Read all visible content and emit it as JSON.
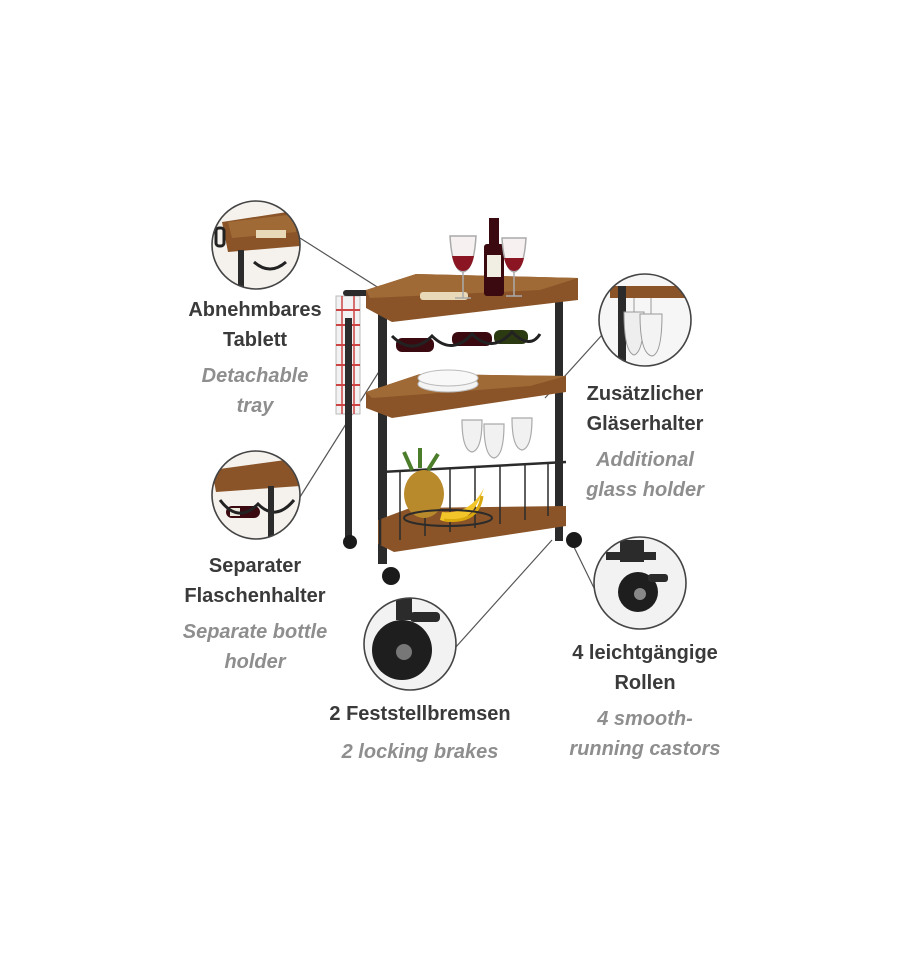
{
  "features": [
    {
      "id": "tray",
      "de": [
        "Abnehmbares",
        "Tablett"
      ],
      "en": [
        "Detachable",
        "tray"
      ]
    },
    {
      "id": "glass",
      "de": [
        "Zusätzlicher",
        "Gläserhalter"
      ],
      "en": [
        "Additional",
        "glass holder"
      ]
    },
    {
      "id": "bottle",
      "de": [
        "Separater",
        "Flaschenhalter"
      ],
      "en": [
        "Separate bottle",
        "holder"
      ]
    },
    {
      "id": "brakes",
      "de": [
        "2 Feststellbremsen"
      ],
      "en": [
        "2 locking brakes"
      ]
    },
    {
      "id": "castors",
      "de": [
        "4 leichtgängige",
        "Rollen"
      ],
      "en": [
        "4 smooth-",
        "running castors"
      ]
    }
  ],
  "colors": {
    "wood": "#7a4a22",
    "wood_light": "#a06a36",
    "frame": "#2b2b2b",
    "wine": "#8b1522",
    "text_de": "#3a3a3a",
    "text_en": "#8e8e8e"
  }
}
